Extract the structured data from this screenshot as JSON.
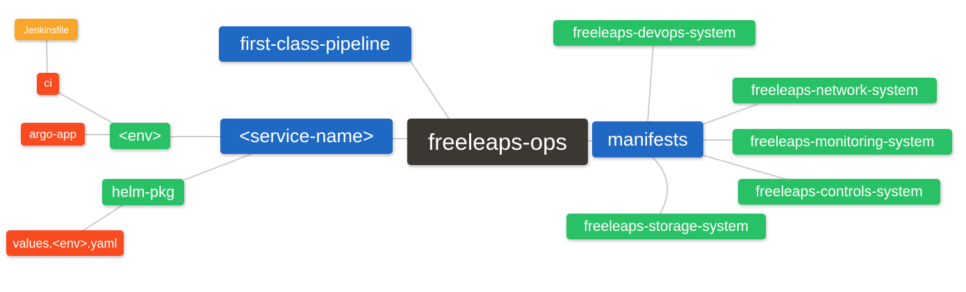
{
  "diagram": {
    "type": "mindmap",
    "colors": {
      "background": "#ffffff",
      "line": "#cccccc",
      "text": "#ffffff",
      "blue": "#1f68c4",
      "green": "#29c166",
      "red": "#f94b1f",
      "orange": "#f9a62b",
      "dark": "#3b3834"
    },
    "nodes": {
      "freeleaps_ops": {
        "label": "freeleaps-ops",
        "color": "#3b3834"
      },
      "first_class_pipeline": {
        "label": "first-class-pipeline",
        "color": "#1f68c4"
      },
      "service_name": {
        "label": "<service-name>",
        "color": "#1f68c4"
      },
      "manifests": {
        "label": "manifests",
        "color": "#1f68c4"
      },
      "env": {
        "label": "<env>",
        "color": "#29c166"
      },
      "helm_pkg": {
        "label": "helm-pkg",
        "color": "#29c166"
      },
      "ci": {
        "label": "ci",
        "color": "#f94b1f"
      },
      "argo_app": {
        "label": "argo-app",
        "color": "#f94b1f"
      },
      "jenkinsfile": {
        "label": "Jenkinsfile",
        "color": "#f9a62b"
      },
      "values_env_yaml": {
        "label": "values.<env>.yaml",
        "color": "#f94b1f"
      },
      "devops_system": {
        "label": "freeleaps-devops-system",
        "color": "#29c166"
      },
      "network_system": {
        "label": "freeleaps-network-system",
        "color": "#29c166"
      },
      "monitoring_system": {
        "label": "freeleaps-monitoring-system",
        "color": "#29c166"
      },
      "controls_system": {
        "label": "freeleaps-controls-system",
        "color": "#29c166"
      },
      "storage_system": {
        "label": "freeleaps-storage-system",
        "color": "#29c166"
      }
    },
    "edges": [
      {
        "from": "Jenkinsfile",
        "to": "ci"
      },
      {
        "from": "ci",
        "to": "<env>"
      },
      {
        "from": "argo-app",
        "to": "<env>"
      },
      {
        "from": "<env>",
        "to": "<service-name>"
      },
      {
        "from": "helm-pkg",
        "to": "<service-name>"
      },
      {
        "from": "values.<env>.yaml",
        "to": "helm-pkg"
      },
      {
        "from": "first-class-pipeline",
        "to": "freeleaps-ops"
      },
      {
        "from": "<service-name>",
        "to": "freeleaps-ops"
      },
      {
        "from": "freeleaps-ops",
        "to": "manifests"
      },
      {
        "from": "manifests",
        "to": "freeleaps-devops-system"
      },
      {
        "from": "manifests",
        "to": "freeleaps-network-system"
      },
      {
        "from": "manifests",
        "to": "freeleaps-monitoring-system"
      },
      {
        "from": "manifests",
        "to": "freeleaps-controls-system"
      },
      {
        "from": "manifests",
        "to": "freeleaps-storage-system"
      }
    ]
  }
}
